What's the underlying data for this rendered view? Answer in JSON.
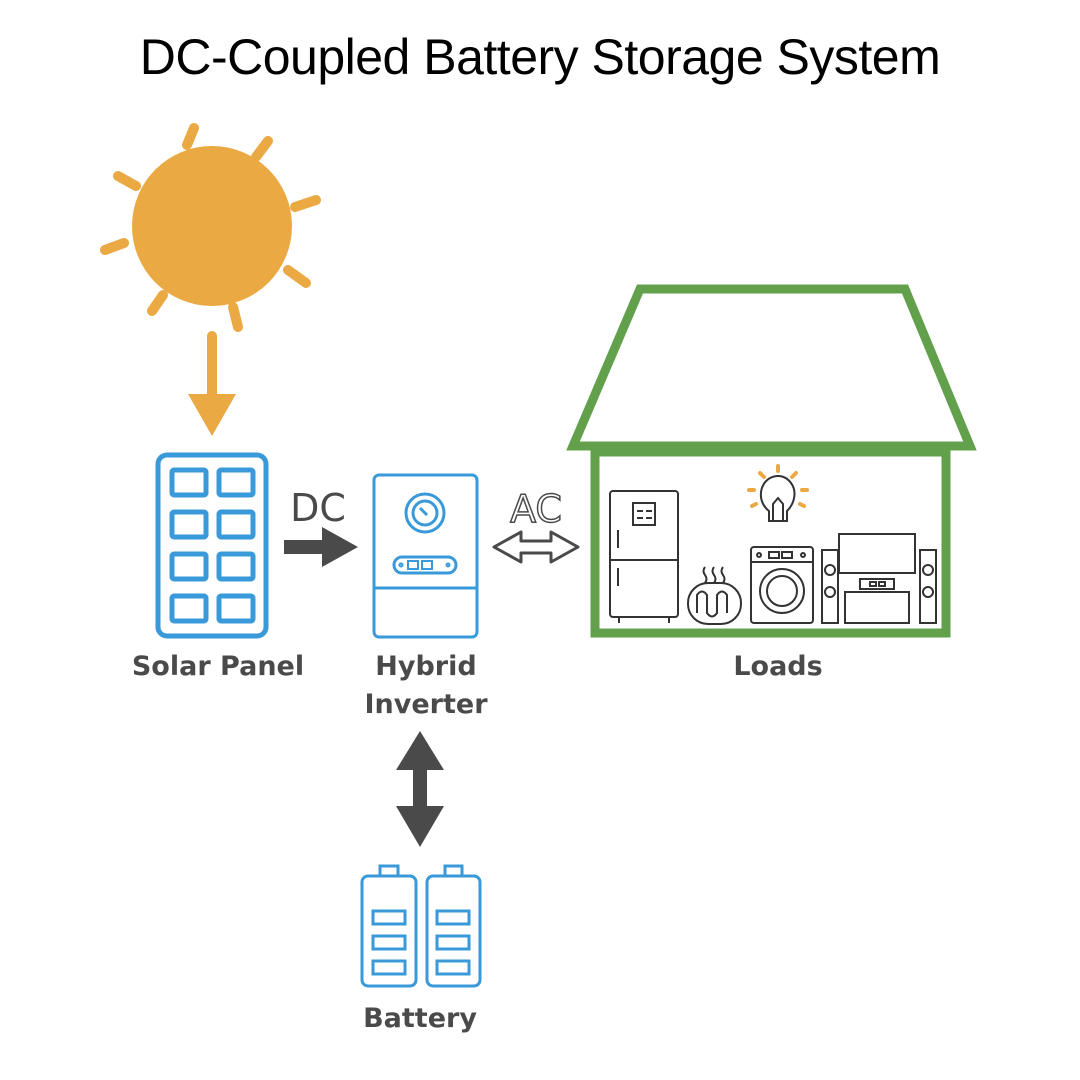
{
  "title": "DC-Coupled Battery Storage System",
  "labels": {
    "solar_panel": "Solar Panel",
    "inverter_line1": "Hybrid",
    "inverter_line2": "Inverter",
    "loads": "Loads",
    "battery": "Battery"
  },
  "flow": {
    "dc": "DC",
    "ac": "AC"
  },
  "colors": {
    "sun": "#EBA944",
    "device_blue": "#3A9AD9",
    "arrow_dark": "#4A4A4A",
    "house_green": "#62A04C",
    "appliance_line": "#333333",
    "bulb_rays": "#EBA944"
  }
}
